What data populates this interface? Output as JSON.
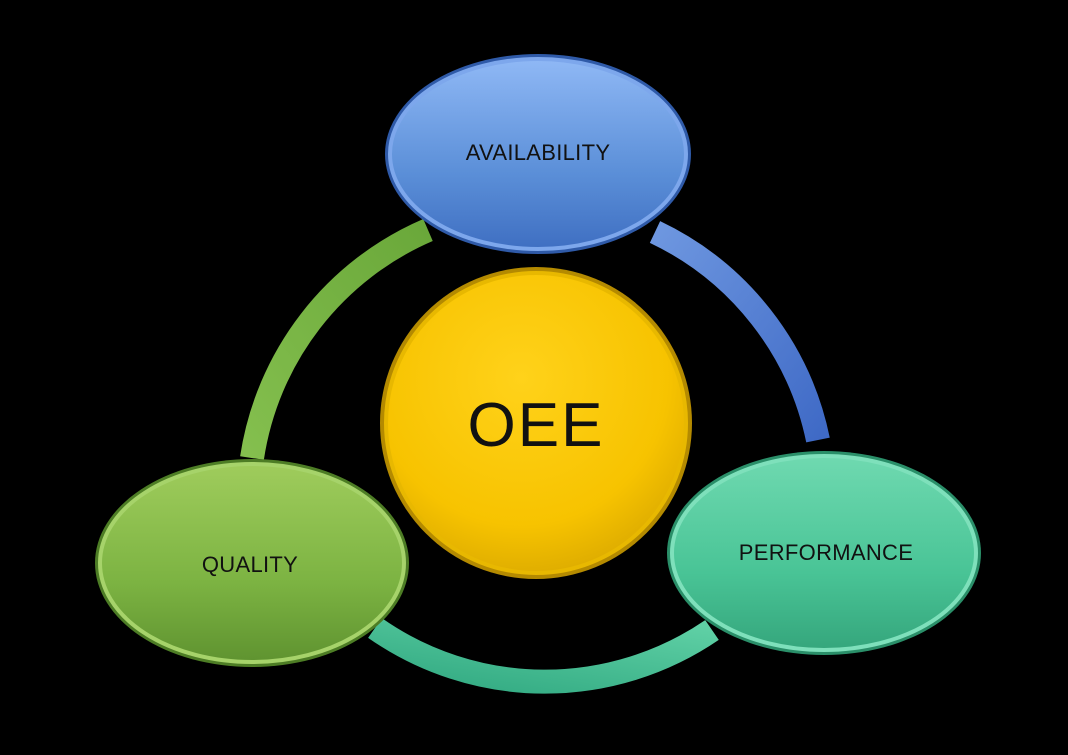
{
  "diagram": {
    "center": {
      "label": "OEE",
      "color": "#f5c000"
    },
    "nodes": [
      {
        "id": "availability",
        "label": "AVAILABILITY",
        "color": "#5b8fd8"
      },
      {
        "id": "performance",
        "label": "PERFORMANCE",
        "color": "#49c496"
      },
      {
        "id": "quality",
        "label": "QUALITY",
        "color": "#7cb342"
      }
    ],
    "ring_segments": [
      {
        "from": "availability",
        "to": "performance",
        "color": "#4a78d0"
      },
      {
        "from": "performance",
        "to": "quality",
        "color": "#3fbf95"
      },
      {
        "from": "quality",
        "to": "availability",
        "color": "#7ab648"
      }
    ]
  }
}
